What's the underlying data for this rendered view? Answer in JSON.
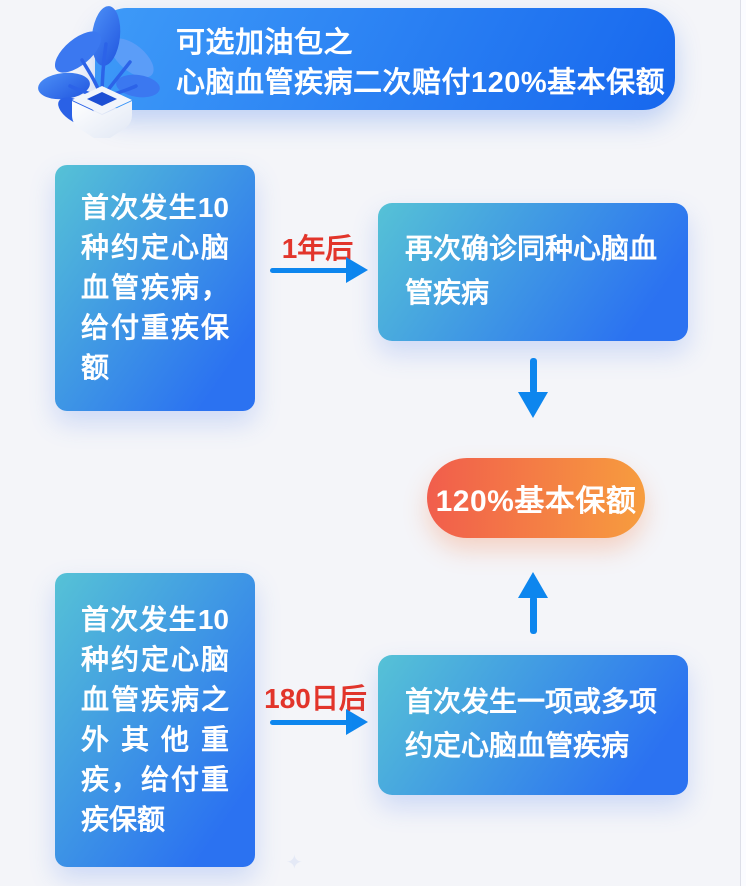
{
  "page": {
    "background": "#f4f5f9"
  },
  "header": {
    "icon": "potted-plant",
    "title_line1": "可选加油包之",
    "title_line2": "心脑血管疾病二次赔付120%基本保额"
  },
  "flow": {
    "path1": {
      "trigger": "首次发生10种约定心脑血管疾病，给付重疾保额",
      "arrow_label": "1年后",
      "outcome": "再次确诊同种心脑血管疾病"
    },
    "path2": {
      "trigger": "首次发生10种约定心脑血管疾病之外其他重疾，给付重疾保额",
      "arrow_label": "180日后",
      "outcome": "首次发生一项或多项约定心脑血管疾病"
    },
    "result": "120%基本保额"
  },
  "decorations": {
    "sparkle": "✦"
  },
  "colors": {
    "box_gradient_start": "#56c2d6",
    "box_gradient_end": "#2b72f1",
    "bubble_gradient_start": "#3e9bf8",
    "bubble_gradient_end": "#1767ee",
    "pill_gradient_start": "#f15d4c",
    "pill_gradient_end": "#f79d3e",
    "arrow_blue": "#0d86ee",
    "label_red": "#e2352b"
  }
}
